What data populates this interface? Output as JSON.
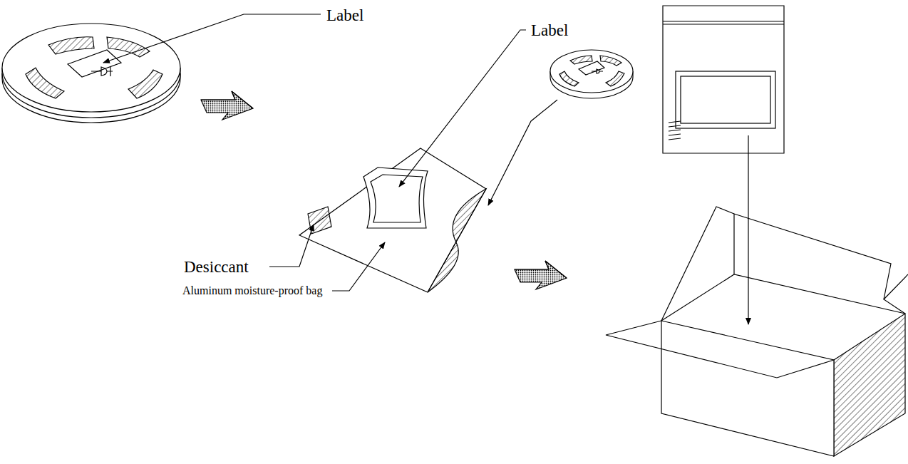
{
  "diagram": {
    "labels": [
      "Label",
      "Label",
      "Desiccant",
      "Aluminum moisture-proof bag"
    ]
  }
}
